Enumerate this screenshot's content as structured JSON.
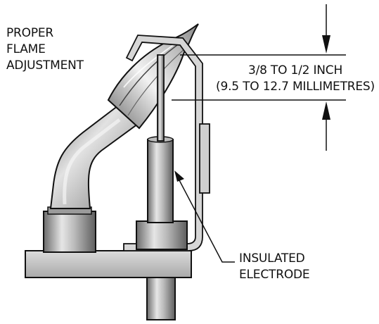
{
  "labels": {
    "flame_adjustment": [
      "PROPER",
      "FLAME",
      "ADJUSTMENT"
    ],
    "measurement": [
      "3/8 TO 1/2 INCH",
      "(9.5 TO 12.7 MILLIMETRES)"
    ],
    "electrode": [
      "INSULATED",
      "ELECTRODE"
    ]
  },
  "colors": {
    "line": "#111111",
    "metal_dark": "#5a5a5a",
    "metal_mid": "#a8a8a8",
    "metal_light": "#eeeeee",
    "base": "#c9c9c9"
  }
}
